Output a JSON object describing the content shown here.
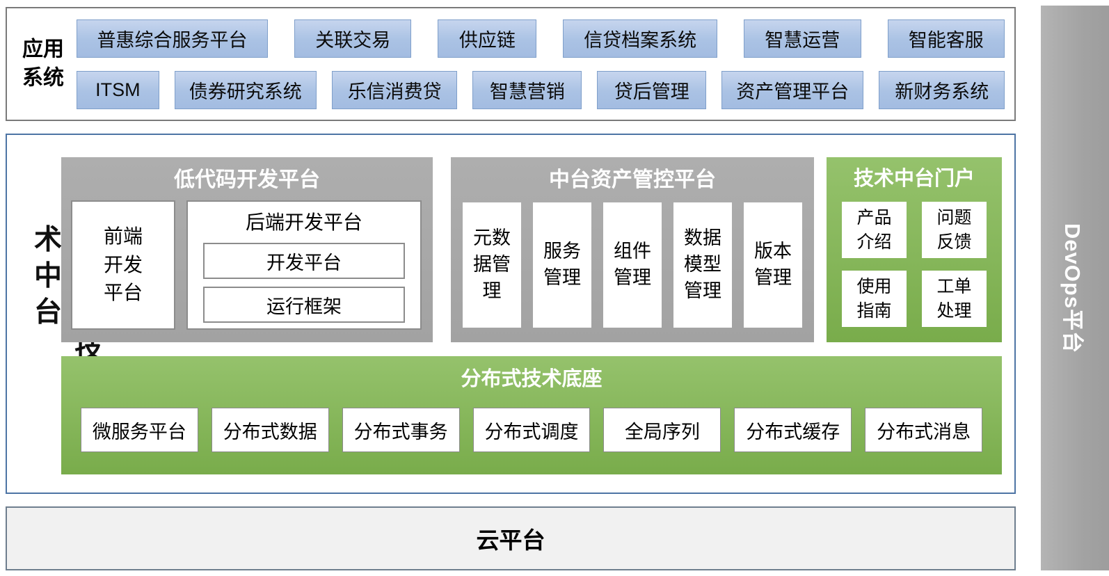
{
  "colors": {
    "blue_box": "#aac2e4",
    "blue_box_border": "#7f9fca",
    "gray_panel": "#a6a6a6",
    "green_panel": "#84b55a",
    "mid_section_border": "#4d74a4",
    "top_section_border": "#7a7a7a",
    "cloud_bg": "#f1f1f1",
    "devops_bar": "#a8a8a8"
  },
  "app_systems": {
    "label": "应用系统",
    "row1": [
      "普惠综合服务平台",
      "关联交易",
      "供应链",
      "信贷档案系统",
      "智慧运营",
      "智能客服"
    ],
    "row2": [
      "ITSM",
      "债券研究系统",
      "乐信消费贷",
      "智慧营销",
      "贷后管理",
      "资产管理平台",
      "新财务系统"
    ]
  },
  "middle": {
    "side_label": "分布式技术中台",
    "low_code": {
      "title": "低代码开发平台",
      "frontend": "前端开发平台",
      "backend": {
        "title": "后端开发平台",
        "items": [
          "开发平台",
          "运行框架"
        ]
      }
    },
    "asset": {
      "title": "中台资产管控平台",
      "items": [
        "元数据管理",
        "服务管理",
        "组件管理",
        "数据模型管理",
        "版本管理"
      ]
    },
    "portal": {
      "title": "技术中台门户",
      "items": [
        "产品介绍",
        "问题反馈",
        "使用指南",
        "工单处理"
      ]
    },
    "base": {
      "title": "分布式技术底座",
      "items": [
        "微服务平台",
        "分布式数据",
        "分布式事务",
        "分布式调度",
        "全局序列",
        "分布式缓存",
        "分布式消息"
      ]
    }
  },
  "cloud": {
    "label": "云平台"
  },
  "devops": {
    "label": "DevOps平台"
  }
}
